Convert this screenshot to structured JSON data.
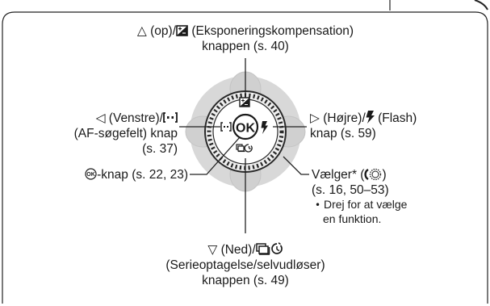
{
  "diagram": {
    "up": {
      "symbol": "△",
      "line1": "(op)/",
      "line1_rest": "(Eksponeringskompensation)",
      "line2": "knappen (s. 40)"
    },
    "left": {
      "symbol": "◁",
      "line1": "(Venstre)/",
      "line2": "(AF-søgefelt) knap",
      "line3": "(s. 37)"
    },
    "right": {
      "symbol": "▷",
      "line1": "(Højre)/",
      "line1_rest": "(Flash)",
      "line2": "knap (s. 59)"
    },
    "ok": {
      "line1": "-knap (s. 22, 23)",
      "center_label": "OK"
    },
    "dial": {
      "line1": "Vælger* (",
      "line1_end": ")",
      "line2": "(s. 16, 50–53)",
      "bullet": "•",
      "note1": "Drej for at vælge",
      "note2": "en funktion."
    },
    "down": {
      "symbol": "▽",
      "line1": "(Ned)/",
      "line2": "(Serieoptagelse/selvudløser)",
      "line3": "knappen (s. 49)"
    }
  },
  "icons": [
    "triangle-up-icon",
    "exposure-compensation-icon",
    "triangle-left-icon",
    "af-target-icon",
    "triangle-right-icon",
    "flash-icon",
    "ok-icon",
    "dial-icon",
    "triangle-down-icon",
    "sequential-shooting-icon",
    "self-timer-icon"
  ],
  "colors": {
    "stroke": "#1a1a1a",
    "pad_outer": "#d4d4d4",
    "pad_inner": "#e9e9e9"
  }
}
